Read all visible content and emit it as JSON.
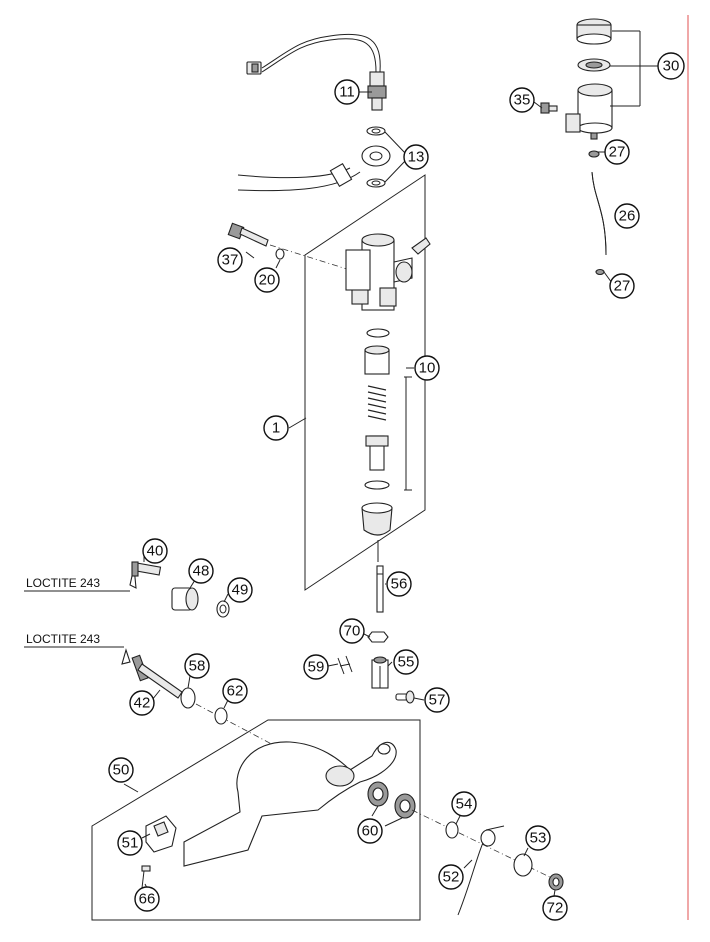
{
  "notes": [
    "LOCTITE 243",
    "LOCTITE 243"
  ],
  "callouts": [
    {
      "id": "c11",
      "label": "11"
    },
    {
      "id": "c13",
      "label": "13"
    },
    {
      "id": "c30",
      "label": "30"
    },
    {
      "id": "c35",
      "label": "35"
    },
    {
      "id": "c27a",
      "label": "27"
    },
    {
      "id": "c26",
      "label": "26"
    },
    {
      "id": "c27b",
      "label": "27"
    },
    {
      "id": "c37",
      "label": "37"
    },
    {
      "id": "c20",
      "label": "20"
    },
    {
      "id": "c10",
      "label": "10"
    },
    {
      "id": "c1",
      "label": "1"
    },
    {
      "id": "c40",
      "label": "40"
    },
    {
      "id": "c48",
      "label": "48"
    },
    {
      "id": "c49",
      "label": "49"
    },
    {
      "id": "c56",
      "label": "56"
    },
    {
      "id": "c70",
      "label": "70"
    },
    {
      "id": "c59",
      "label": "59"
    },
    {
      "id": "c55",
      "label": "55"
    },
    {
      "id": "c57",
      "label": "57"
    },
    {
      "id": "c58",
      "label": "58"
    },
    {
      "id": "c62",
      "label": "62"
    },
    {
      "id": "c42",
      "label": "42"
    },
    {
      "id": "c50",
      "label": "50"
    },
    {
      "id": "c54",
      "label": "54"
    },
    {
      "id": "c53",
      "label": "53"
    },
    {
      "id": "c60",
      "label": "60"
    },
    {
      "id": "c51",
      "label": "51"
    },
    {
      "id": "c52",
      "label": "52"
    },
    {
      "id": "c66",
      "label": "66"
    },
    {
      "id": "c72",
      "label": "72"
    }
  ]
}
